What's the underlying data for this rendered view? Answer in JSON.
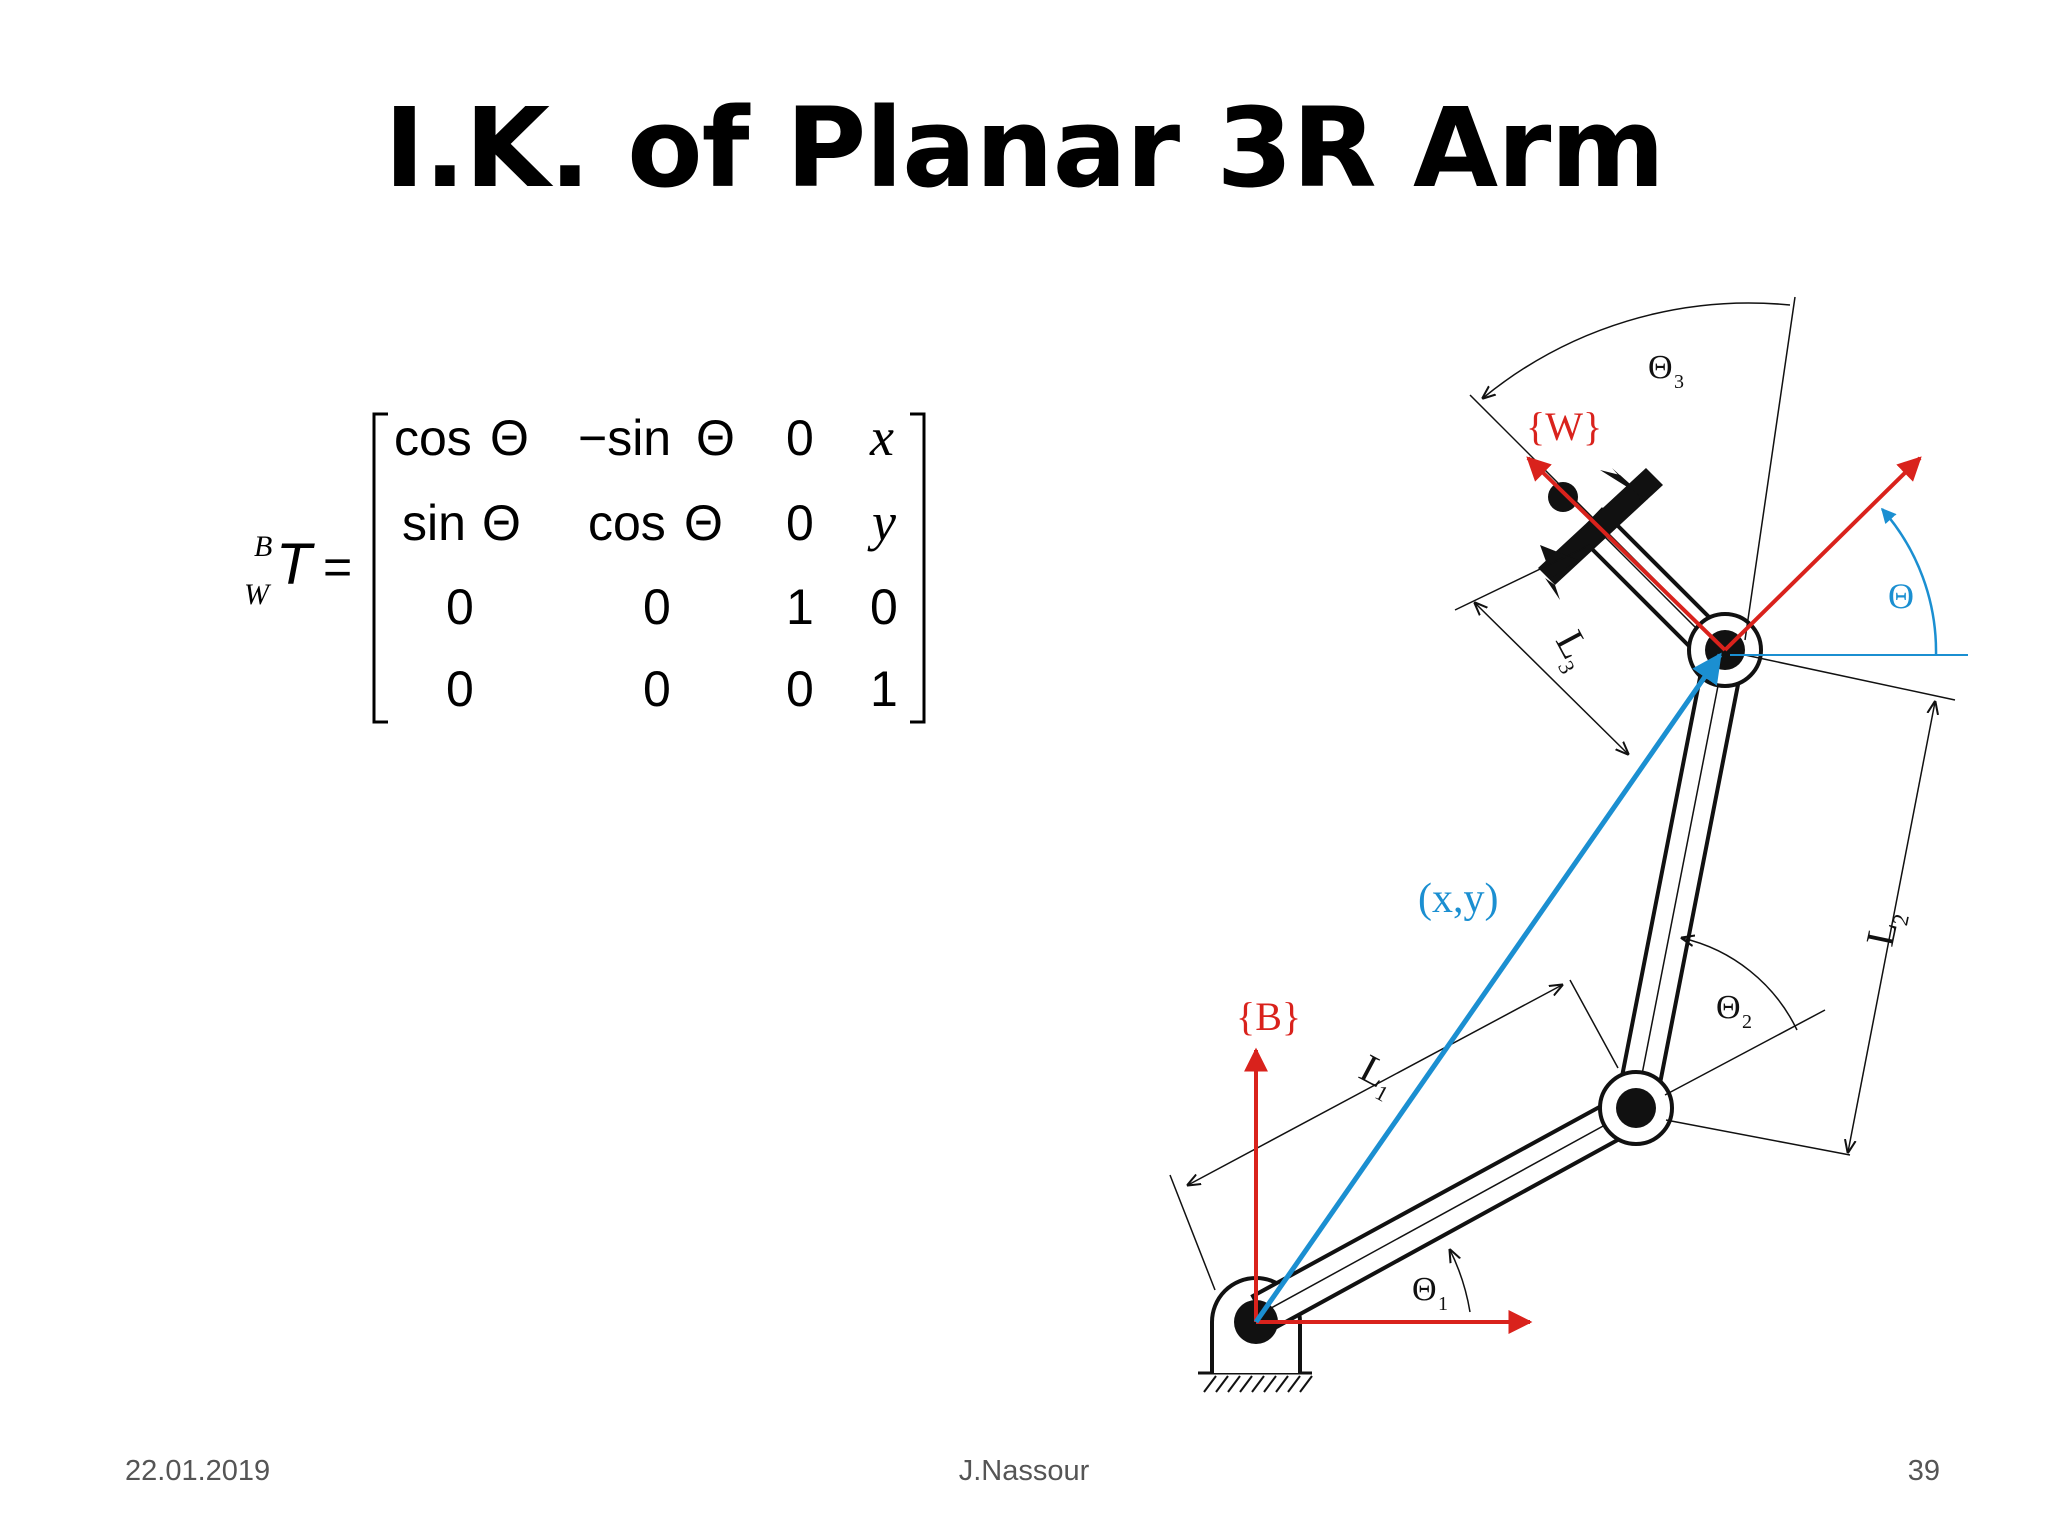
{
  "slide": {
    "title": "I.K. of Planar 3R Arm",
    "footer": {
      "date": "22.01.2019",
      "author": "J.Nassour",
      "page": "39"
    }
  },
  "equation": {
    "lhs_sup": "B",
    "lhs_sub": "W",
    "lhs_symbol": "T",
    "equals": "=",
    "theta_glyph": "Θ",
    "rows": [
      [
        "cos",
        "−sin",
        "0",
        "x"
      ],
      [
        "sin",
        "cos",
        "0",
        "y"
      ],
      [
        "0",
        "0",
        "1",
        "0"
      ],
      [
        "0",
        "0",
        "0",
        "1"
      ]
    ]
  },
  "diagram": {
    "frame_base": "{B}",
    "frame_wrist": "{W}",
    "position_vector": "(x,y)",
    "link_1": "L",
    "link_1_sub": "1",
    "link_2": "L",
    "link_2_sub": "2",
    "link_3": "L",
    "link_3_sub": "3",
    "angle_1": "Θ",
    "angle_1_sub": "1",
    "angle_2": "Θ",
    "angle_2_sub": "2",
    "angle_3": "Θ",
    "angle_3_sub": "3",
    "angle_orientation": "Θ",
    "colors": {
      "frame": "#d9221c",
      "vector": "#1b8fd1",
      "ink": "#111111"
    }
  }
}
